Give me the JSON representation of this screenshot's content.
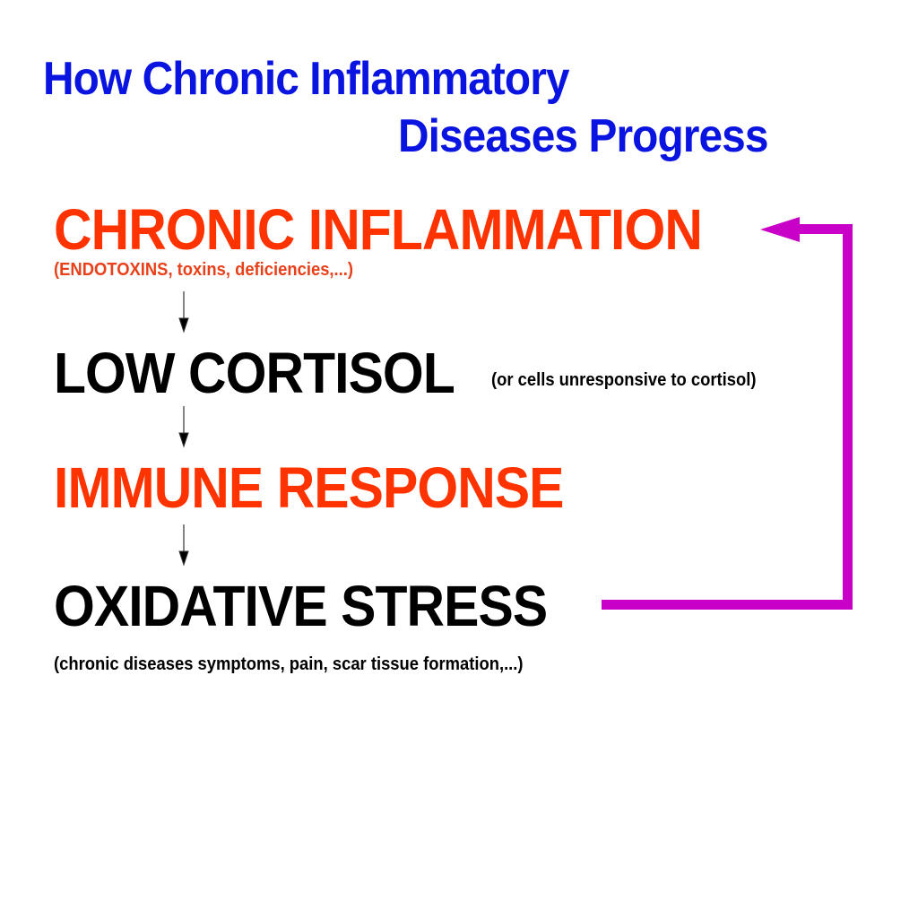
{
  "title": {
    "line1": "How Chronic Inflammatory",
    "line2": "Diseases Progress",
    "color": "#0a14e0"
  },
  "steps": [
    {
      "label": "CHRONIC INFLAMMATION",
      "note": "(ENDOTOXINS, toxins, deficiencies,...)",
      "color": "#ff3300"
    },
    {
      "label": "LOW CORTISOL",
      "note": "(or cells unresponsive to cortisol)",
      "color": "#000000"
    },
    {
      "label": "IMMUNE RESPONSE",
      "note": "",
      "color": "#ff3300"
    },
    {
      "label": "OXIDATIVE STRESS",
      "note": "(chronic diseases symptoms, pain, scar tissue formation,...)",
      "color": "#000000"
    }
  ],
  "connectors": {
    "down_arrow_color": "#000000",
    "feedback_arrow_color": "#c800c8",
    "feedback_from": "OXIDATIVE STRESS",
    "feedback_to": "CHRONIC INFLAMMATION"
  }
}
